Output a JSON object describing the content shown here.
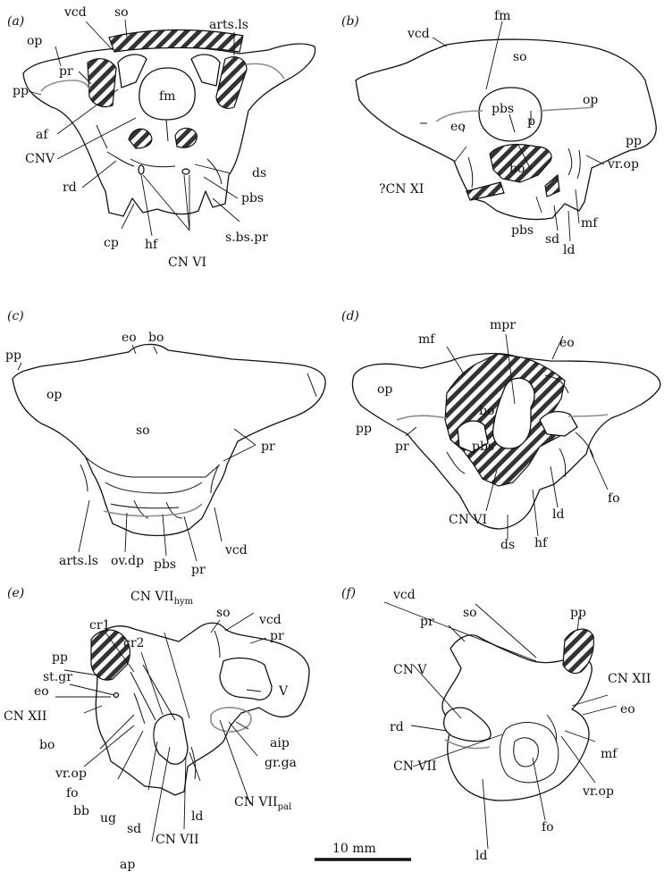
{
  "panels": {
    "a": {
      "tag": "(a)",
      "labels": [
        "vcd",
        "so",
        "arts.ls",
        "op",
        "pr",
        "fm",
        "pp",
        "af",
        "CNV",
        "ds",
        "rd",
        "pbs",
        "cp",
        "hf",
        "CN VI",
        "s.bs.pr"
      ]
    },
    "b": {
      "tag": "(b)",
      "labels": [
        "fm",
        "vcd",
        "so",
        "op",
        "pbs",
        "p",
        "pp",
        "eo",
        "bo",
        "vr.op",
        "?CN XI",
        "mf",
        "pbs",
        "sd",
        "ld"
      ]
    },
    "c": {
      "tag": "(c)",
      "labels": [
        "eo",
        "bo",
        "pp",
        "op",
        "so",
        "pr",
        "vcd",
        "arts.ls",
        "ov.dp",
        "pbs",
        "pr"
      ]
    },
    "d": {
      "tag": "(d)",
      "labels": [
        "mpr",
        "mf",
        "eo",
        "op",
        "bo",
        "pp",
        "pbs",
        "pr",
        "fo",
        "ld",
        "CN VI",
        "ds",
        "hf"
      ]
    },
    "e": {
      "tag": "(e)",
      "labels": [
        "so",
        "vcd",
        "cr1",
        "cr2",
        "pp",
        "pr",
        "st.gr",
        "eo",
        "V",
        "CN XII",
        "bo",
        "aip",
        "vr.op",
        "gr.ga",
        "fo",
        "bb",
        "ug",
        "sd",
        "ld",
        "CN VII",
        "ap"
      ],
      "special": {
        "cn7_hym_main": "CN VII",
        "cn7_hym_sub": "hym",
        "cn7_pal_main": "CN VII",
        "cn7_pal_sub": "pal"
      }
    },
    "f": {
      "tag": "(f)",
      "labels": [
        "vcd",
        "so",
        "pp",
        "pr",
        "CN V",
        "CN XII",
        "eo",
        "rd",
        "mf",
        "CN VII",
        "vr.op",
        "fo",
        "ld"
      ]
    }
  },
  "scale_bar": {
    "label": "10 mm"
  },
  "colors": {
    "ink": "#111111",
    "grey_suture": "#8c8c8c",
    "background": "#ffffff"
  }
}
